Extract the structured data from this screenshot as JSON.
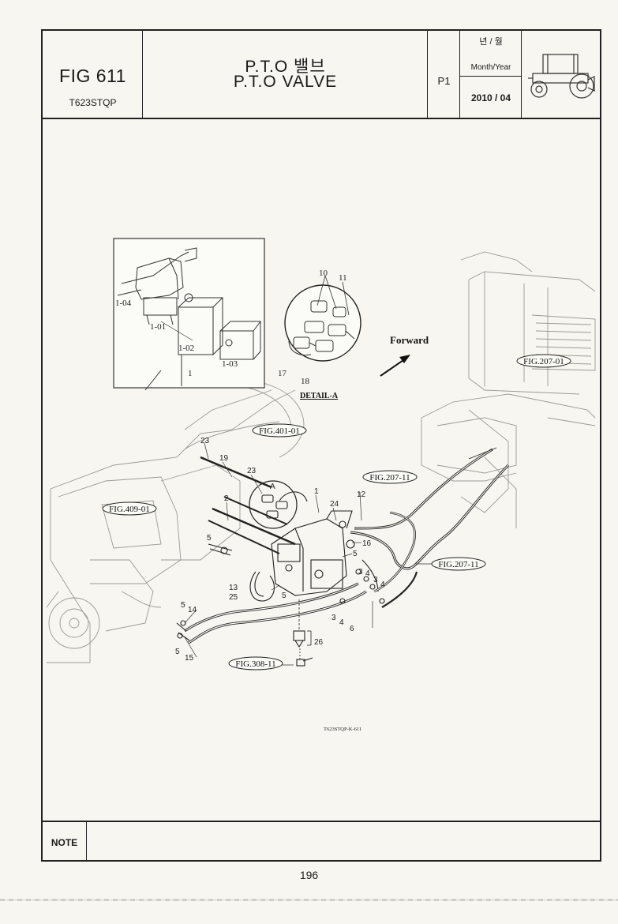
{
  "header": {
    "fig_number": "FIG 611",
    "model_code": "T623STQP",
    "title_korean": "P.T.O 밸브",
    "title_english": "P.T.O VALVE",
    "page": "P1",
    "date_label_korean": "년 / 월",
    "date_label_english": "Month/Year",
    "date_value": "2010 / 04"
  },
  "drawing": {
    "forward_label": "Forward",
    "detail_label": "DETAIL-A",
    "drawing_code": "T623STQP-K-611",
    "inset_labels": [
      "1-04",
      "1-01",
      "1-02",
      "1",
      "1-03"
    ],
    "detail_part_labels": [
      "10",
      "11",
      "17",
      "18"
    ],
    "fig_references": [
      "FIG.401-01",
      "FIG.409-01",
      "FIG.207-01",
      "FIG.207-11",
      "FIG.207-11",
      "FIG.308-11"
    ],
    "part_labels": [
      "23",
      "19",
      "23",
      "A",
      "2",
      "1",
      "24",
      "12",
      "16",
      "5",
      "5",
      "13",
      "25",
      "5",
      "3",
      "4",
      "3",
      "4",
      "3",
      "4",
      "6",
      "5",
      "14",
      "5",
      "15",
      "26"
    ]
  },
  "note": {
    "label": "NOTE"
  },
  "footer": {
    "page_number": "196"
  }
}
